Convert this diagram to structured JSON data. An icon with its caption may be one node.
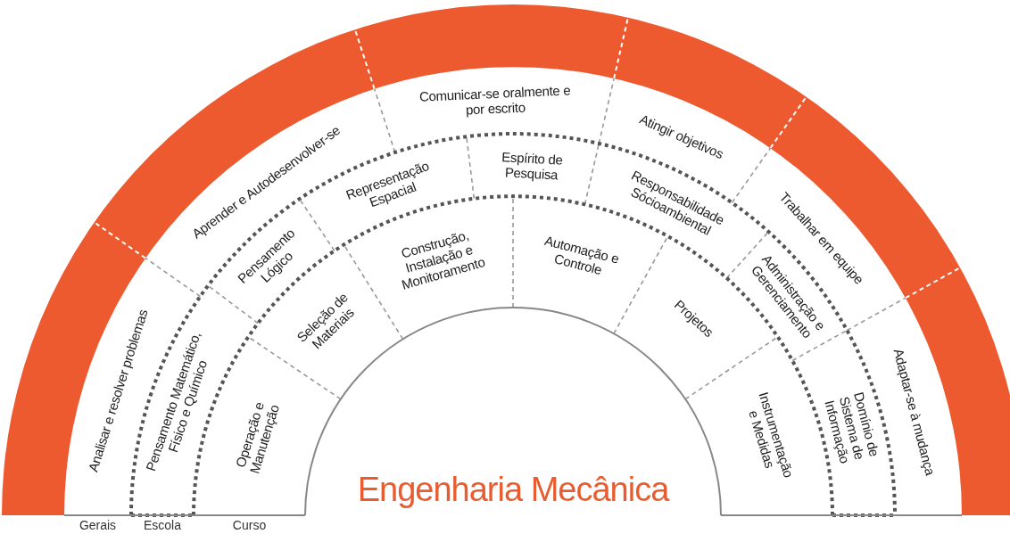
{
  "diagram": {
    "nodes": [
      {
        "text": [
          "Analisar e resolver problemas"
        ]
      },
      {
        "text": [
          "Aprender e Autodesenvolver-se"
        ]
      },
      {
        "text": [
          "Comunicar-se oralmente e por escrito"
        ]
      },
      {
        "text": [
          "Atingir objetivos"
        ]
      },
      {
        "text": [
          "Trabalhar em equipe"
        ]
      },
      {
        "text": [
          "Adaptar-se à mudança"
        ]
      },
      {
        "text": [
          "Pensamento Matemático, Físico e Químico"
        ]
      },
      {
        "text": [
          "Pensamento Lógico"
        ]
      },
      {
        "text": [
          "Representação Espacial"
        ]
      },
      {
        "text": [
          "Espírito de Pesquisa"
        ]
      },
      {
        "text": [
          "Responsabilidade Sócioambiental"
        ]
      },
      {
        "text": [
          "Administração e Gerenciamento"
        ]
      },
      {
        "text": [
          "Domínio de Sistema de Informação"
        ]
      },
      {
        "text": [
          "Operação e Manutenção"
        ]
      },
      {
        "text": [
          "Seleção de Materiais"
        ]
      },
      {
        "text": [
          "Construção, Instalação e Monitoramento"
        ]
      },
      {
        "text": [
          "Automação e Controle"
        ]
      },
      {
        "text": [
          "Projetos"
        ]
      },
      {
        "text": [
          "Instrumentação e Medidas"
        ]
      },
      {
        "text": [
          "Engenharia Mecânica"
        ]
      }
    ],
    "labels": [
      "Gerais",
      "Escola",
      "Curso"
    ]
  }
}
